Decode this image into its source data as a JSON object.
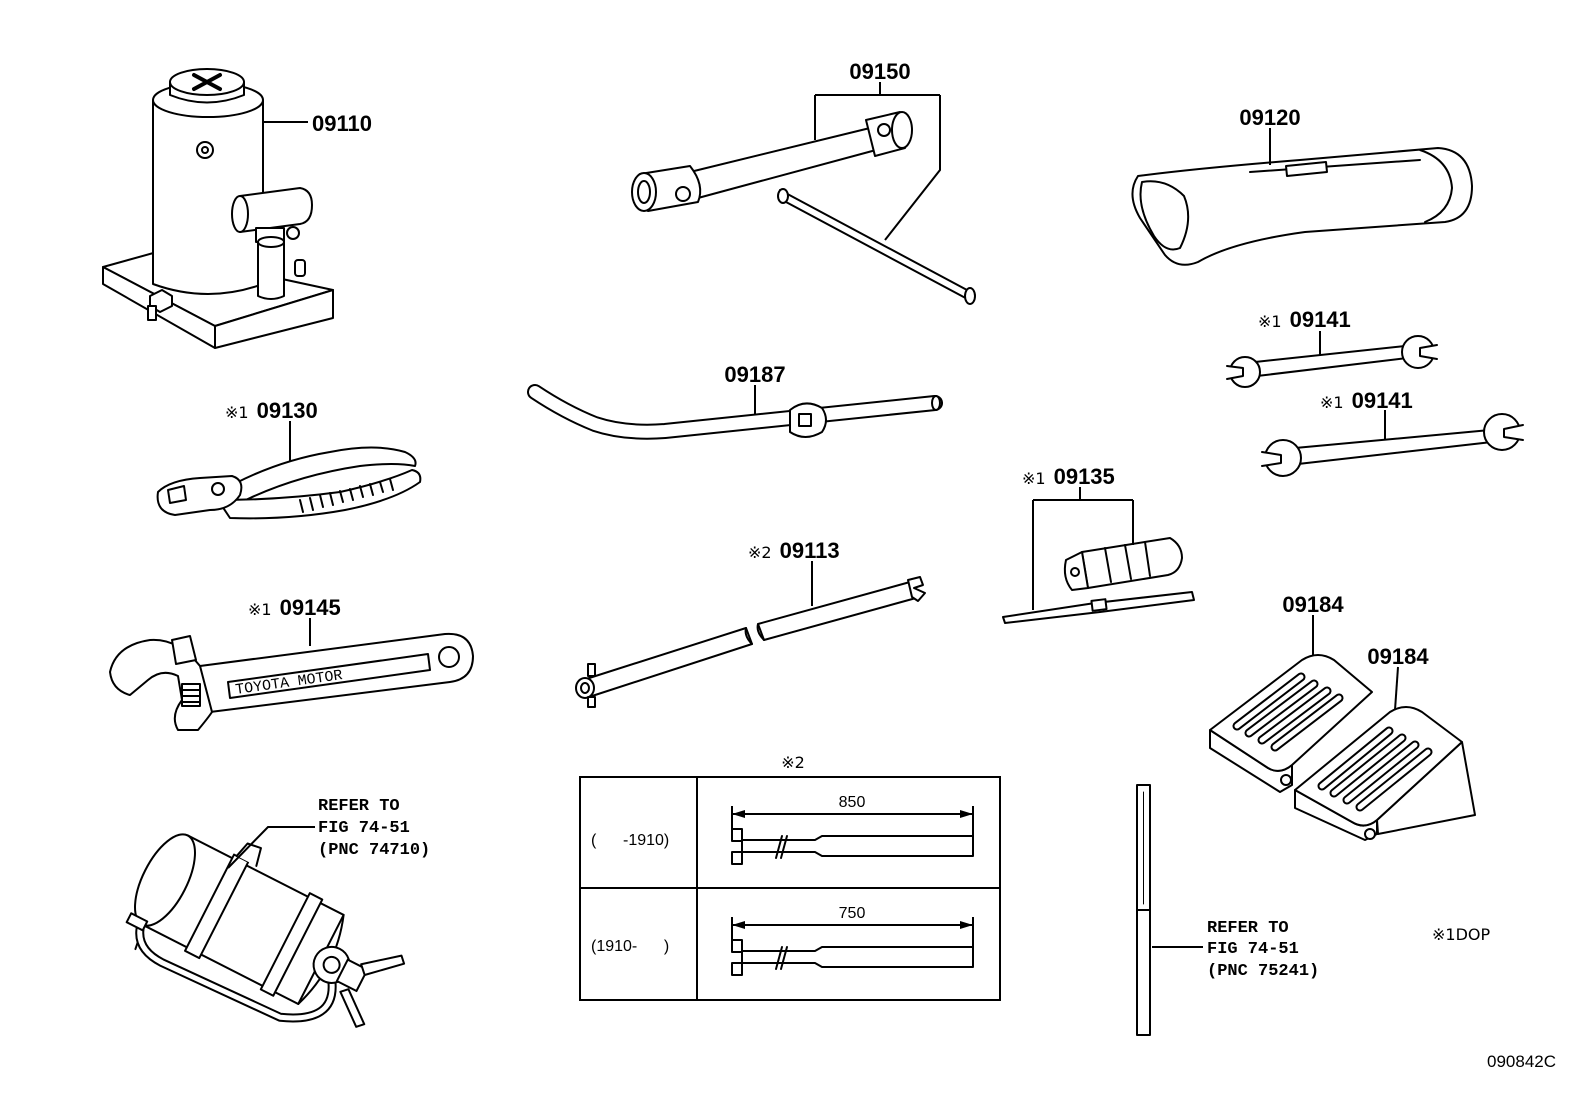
{
  "parts": {
    "jack": {
      "number": "09110"
    },
    "lug_wrench": {
      "number": "09150"
    },
    "tool_bag": {
      "number": "09120"
    },
    "wrench_a": {
      "mark": "※1",
      "number": "09141"
    },
    "wrench_b": {
      "mark": "※1",
      "number": "09141"
    },
    "pliers": {
      "mark": "※1",
      "number": "09130"
    },
    "bar": {
      "number": "09187"
    },
    "screwdriver": {
      "mark": "※1",
      "number": "09135"
    },
    "extension_bar": {
      "mark": "※2",
      "number": "09113"
    },
    "adjustable_wrench": {
      "mark": "※1",
      "number": "09145",
      "engraving": "TOYOTA MOTOR"
    },
    "chock_a": {
      "number": "09184"
    },
    "chock_b": {
      "number": "09184"
    }
  },
  "dimension_table": {
    "mark": "※2",
    "rows": [
      {
        "period": "(      -1910)",
        "length": "850"
      },
      {
        "period": "(1910-      )",
        "length": "750"
      }
    ]
  },
  "references": [
    {
      "line1": "REFER TO",
      "line2": "FIG 74-51",
      "line3": "(PNC 74710)"
    },
    {
      "line1": "REFER TO",
      "line2": "FIG 74-51",
      "line3": "(PNC 75241)"
    }
  ],
  "legend": {
    "mark": "※1",
    "text": "DOP"
  },
  "figure_id": "090842C",
  "colors": {
    "line": "#000000",
    "background": "#ffffff"
  }
}
